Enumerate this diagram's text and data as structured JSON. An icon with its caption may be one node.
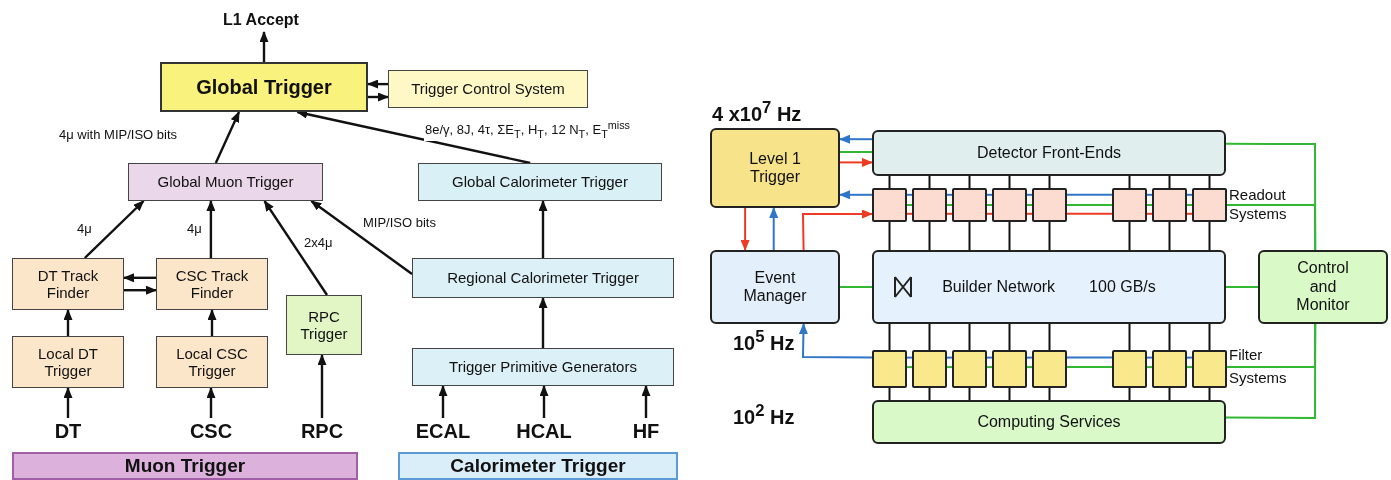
{
  "diagram": {
    "nodes": [
      {
        "text": [
          "Global Trigger"
        ]
      },
      {
        "text": [
          "Trigger Control System"
        ]
      },
      {
        "text": [
          "Global Muon Trigger"
        ]
      },
      {
        "text": [
          "Global Calorimeter Trigger"
        ]
      },
      {
        "text": [
          "DT Track Finder"
        ]
      },
      {
        "text": [
          "CSC Track Finder"
        ]
      },
      {
        "text": [
          "RPC Trigger"
        ]
      },
      {
        "text": [
          "Regional Calorimeter Trigger"
        ]
      },
      {
        "text": [
          "Local DT Trigger"
        ]
      },
      {
        "text": [
          "Local CSC Trigger"
        ]
      },
      {
        "text": [
          "Trigger Primitive Generators"
        ]
      },
      {
        "text": [
          "DT"
        ]
      },
      {
        "text": [
          "CSC"
        ]
      },
      {
        "text": [
          "RPC"
        ]
      },
      {
        "text": [
          "ECAL"
        ]
      },
      {
        "text": [
          "HCAL"
        ]
      },
      {
        "text": [
          "HF"
        ]
      },
      {
        "text": [
          "L1 Accept"
        ]
      },
      {
        "text": [
          "Muon Trigger"
        ]
      },
      {
        "text": [
          "Calorimeter Trigger"
        ]
      },
      {
        "text": [
          "Level 1 Trigger"
        ]
      },
      {
        "text": [
          "Detector Front-Ends"
        ]
      },
      {
        "text": [],
        "shape": "box"
      },
      {
        "text": [],
        "shape": "box"
      },
      {
        "text": [],
        "shape": "box"
      },
      {
        "text": [],
        "shape": "box"
      },
      {
        "text": [],
        "shape": "box"
      },
      {
        "text": [],
        "shape": "box"
      },
      {
        "text": [],
        "shape": "box"
      },
      {
        "text": [],
        "shape": "box"
      },
      {
        "text": [
          "Event Manager"
        ]
      },
      {
        "text": [
          "Builder Network",
          "100 GB/s"
        ]
      },
      {
        "text": [
          "Control and Monitor"
        ]
      },
      {
        "text": [],
        "shape": "box"
      },
      {
        "text": [],
        "shape": "box"
      },
      {
        "text": [],
        "shape": "box"
      },
      {
        "text": [],
        "shape": "box"
      },
      {
        "text": [],
        "shape": "box"
      },
      {
        "text": [],
        "shape": "box"
      },
      {
        "text": [],
        "shape": "box"
      },
      {
        "text": [],
        "shape": "box"
      },
      {
        "text": [
          "Computing Services"
        ]
      }
    ],
    "edges": [
      {
        "from": 0,
        "to": 17,
        "arrow": "to"
      },
      {
        "from": 1,
        "to": 0,
        "arrow": "to"
      },
      {
        "from": 0,
        "to": 1,
        "arrow": "to"
      },
      {
        "from": 2,
        "to": 0,
        "arrow": "to",
        "label": "4μ with MIP/ISO bits"
      },
      {
        "from": 3,
        "to": 0,
        "arrow": "to",
        "label": "8e/γ, 8J, 4τ, ΣE$_{T}$, H$_{T}$, 12 N$_{T}$, E$_{T}$$^{miss}$"
      },
      {
        "from": 4,
        "to": 2,
        "arrow": "to",
        "label": "4μ"
      },
      {
        "from": 5,
        "to": 2,
        "arrow": "to",
        "label": "4μ"
      },
      {
        "from": 6,
        "to": 2,
        "arrow": "to",
        "label": "2x4μ"
      },
      {
        "from": 7,
        "to": 2,
        "arrow": "to",
        "label": "MIP/ISO bits"
      },
      {
        "from": 7,
        "to": 3,
        "arrow": "to"
      },
      {
        "from": 5,
        "to": 4,
        "arrow": "to"
      },
      {
        "from": 4,
        "to": 5,
        "arrow": "to"
      },
      {
        "from": 8,
        "to": 4,
        "arrow": "to"
      },
      {
        "from": 9,
        "to": 5,
        "arrow": "to"
      },
      {
        "from": 10,
        "to": 7,
        "arrow": "to"
      },
      {
        "from": 11,
        "to": 8,
        "arrow": "to"
      },
      {
        "from": 12,
        "to": 9,
        "arrow": "to"
      },
      {
        "from": 13,
        "to": 6,
        "arrow": "to"
      },
      {
        "from": 14,
        "to": 10,
        "arrow": "to"
      },
      {
        "from": 15,
        "to": 10,
        "arrow": "to"
      },
      {
        "from": 16,
        "to": 10,
        "arrow": "to"
      },
      {
        "from": 21,
        "to": 20,
        "arrow": "to",
        "color": "#2f75c8"
      },
      {
        "from": 20,
        "to": 21,
        "arrow": "none",
        "color": "#33b833"
      },
      {
        "from": 20,
        "to": 21,
        "arrow": "to",
        "color": "#ee3b24"
      },
      {
        "from": 22,
        "to": 20,
        "arrow": "to",
        "color": "#2f75c8"
      },
      {
        "from": 29,
        "to": 32,
        "arrow": "none",
        "color": "#33b833"
      },
      {
        "from": 30,
        "to": 22,
        "arrow": "to",
        "color": "#ee3b24"
      },
      {
        "from": 20,
        "to": 30,
        "arrow": "to",
        "color": "#ee3b24"
      },
      {
        "from": 30,
        "to": 20,
        "arrow": "to",
        "color": "#2f75c8"
      },
      {
        "from": 30,
        "to": 31,
        "arrow": "none",
        "color": "#33b833"
      },
      {
        "from": 31,
        "to": 32,
        "arrow": "none",
        "color": "#33b833"
      },
      {
        "from": 21,
        "to": 32,
        "arrow": "none",
        "color": "#33b833"
      },
      {
        "from": 33,
        "to": 30,
        "arrow": "to",
        "color": "#2f75c8"
      },
      {
        "from": 40,
        "to": 32,
        "arrow": "none",
        "color": "#33b833"
      },
      {
        "from": 41,
        "to": 32,
        "arrow": "none",
        "color": "#33b833"
      },
      {
        "from": 21,
        "to": 22,
        "arrow": "none"
      },
      {
        "from": 21,
        "to": 23,
        "arrow": "none"
      },
      {
        "from": 21,
        "to": 24,
        "arrow": "none"
      },
      {
        "from": 21,
        "to": 25,
        "arrow": "none"
      },
      {
        "from": 21,
        "to": 26,
        "arrow": "none"
      },
      {
        "from": 21,
        "to": 27,
        "arrow": "none"
      },
      {
        "from": 21,
        "to": 28,
        "arrow": "none"
      },
      {
        "from": 21,
        "to": 29,
        "arrow": "none"
      },
      {
        "from": 22,
        "to": 31,
        "arrow": "none"
      },
      {
        "from": 23,
        "to": 31,
        "arrow": "none"
      },
      {
        "from": 24,
        "to": 31,
        "arrow": "none"
      },
      {
        "from": 25,
        "to": 31,
        "arrow": "none"
      },
      {
        "from": 26,
        "to": 31,
        "arrow": "none"
      },
      {
        "from": 27,
        "to": 31,
        "arrow": "none"
      },
      {
        "from": 28,
        "to": 31,
        "arrow": "none"
      },
      {
        "from": 29,
        "to": 31,
        "arrow": "none"
      },
      {
        "from": 31,
        "to": 33,
        "arrow": "none"
      },
      {
        "from": 31,
        "to": 34,
        "arrow": "none"
      },
      {
        "from": 31,
        "to": 35,
        "arrow": "none"
      },
      {
        "from": 31,
        "to": 36,
        "arrow": "none"
      },
      {
        "from": 31,
        "to": 37,
        "arrow": "none"
      },
      {
        "from": 31,
        "to": 38,
        "arrow": "none"
      },
      {
        "from": 31,
        "to": 39,
        "arrow": "none"
      },
      {
        "from": 31,
        "to": 40,
        "arrow": "none"
      },
      {
        "from": 33,
        "to": 41,
        "arrow": "none"
      },
      {
        "from": 34,
        "to": 41,
        "arrow": "none"
      },
      {
        "from": 35,
        "to": 41,
        "arrow": "none"
      },
      {
        "from": 36,
        "to": 41,
        "arrow": "none"
      },
      {
        "from": 37,
        "to": 41,
        "arrow": "none"
      },
      {
        "from": 38,
        "to": 41,
        "arrow": "none"
      },
      {
        "from": 39,
        "to": 41,
        "arrow": "none"
      },
      {
        "from": 40,
        "to": 41,
        "arrow": "none"
      },
      {
        "from": 22,
        "to": 23,
        "arrow": "none",
        "color": "#2f75c8"
      },
      {
        "from": 23,
        "to": 24,
        "arrow": "none",
        "color": "#2f75c8"
      },
      {
        "from": 24,
        "to": 25,
        "arrow": "none",
        "color": "#2f75c8"
      },
      {
        "from": 25,
        "to": 26,
        "arrow": "none",
        "color": "#2f75c8"
      },
      {
        "from": 26,
        "to": 27,
        "arrow": "none",
        "color": "#2f75c8"
      },
      {
        "from": 27,
        "to": 28,
        "arrow": "none",
        "color": "#2f75c8"
      },
      {
        "from": 28,
        "to": 29,
        "arrow": "none",
        "color": "#2f75c8"
      },
      {
        "from": 22,
        "to": 23,
        "arrow": "none",
        "color": "#33b833"
      },
      {
        "from": 23,
        "to": 24,
        "arrow": "none",
        "color": "#33b833"
      },
      {
        "from": 24,
        "to": 25,
        "arrow": "none",
        "color": "#33b833"
      },
      {
        "from": 25,
        "to": 26,
        "arrow": "none",
        "color": "#33b833"
      },
      {
        "from": 26,
        "to": 27,
        "arrow": "none",
        "color": "#33b833"
      },
      {
        "from": 27,
        "to": 28,
        "arrow": "none",
        "color": "#33b833"
      },
      {
        "from": 28,
        "to": 29,
        "arrow": "none",
        "color": "#33b833"
      },
      {
        "from": 22,
        "to": 23,
        "arrow": "none",
        "color": "#ee3b24"
      },
      {
        "from": 23,
        "to": 24,
        "arrow": "none",
        "color": "#ee3b24"
      },
      {
        "from": 24,
        "to": 25,
        "arrow": "none",
        "color": "#ee3b24"
      },
      {
        "from": 25,
        "to": 26,
        "arrow": "none",
        "color": "#ee3b24"
      },
      {
        "from": 26,
        "to": 27,
        "arrow": "none",
        "color": "#ee3b24"
      },
      {
        "from": 27,
        "to": 28,
        "arrow": "none",
        "color": "#ee3b24"
      },
      {
        "from": 28,
        "to": 29,
        "arrow": "none",
        "color": "#ee3b24"
      },
      {
        "from": 33,
        "to": 34,
        "arrow": "none",
        "color": "#2f75c8"
      },
      {
        "from": 34,
        "to": 35,
        "arrow": "none",
        "color": "#2f75c8"
      },
      {
        "from": 35,
        "to": 36,
        "arrow": "none",
        "color": "#2f75c8"
      },
      {
        "from": 36,
        "to": 37,
        "arrow": "none",
        "color": "#2f75c8"
      },
      {
        "from": 37,
        "to": 38,
        "arrow": "none",
        "color": "#2f75c8"
      },
      {
        "from": 38,
        "to": 39,
        "arrow": "none",
        "color": "#2f75c8"
      },
      {
        "from": 39,
        "to": 40,
        "arrow": "none",
        "color": "#2f75c8"
      },
      {
        "from": 33,
        "to": 34,
        "arrow": "none",
        "color": "#33b833"
      },
      {
        "from": 34,
        "to": 35,
        "arrow": "none",
        "color": "#33b833"
      },
      {
        "from": 35,
        "to": 36,
        "arrow": "none",
        "color": "#33b833"
      },
      {
        "from": 36,
        "to": 37,
        "arrow": "none",
        "color": "#33b833"
      },
      {
        "from": 37,
        "to": 38,
        "arrow": "none",
        "color": "#33b833"
      },
      {
        "from": 38,
        "to": 39,
        "arrow": "none",
        "color": "#33b833"
      },
      {
        "from": 39,
        "to": 40,
        "arrow": "none",
        "color": "#33b833"
      }
    ],
    "labels": [
      "4 x10$^{7}$ Hz",
      "Readout",
      "Systems",
      "10$^{5}$ Hz",
      "Filter",
      "Systems",
      "10$^{2}$ Hz"
    ]
  }
}
